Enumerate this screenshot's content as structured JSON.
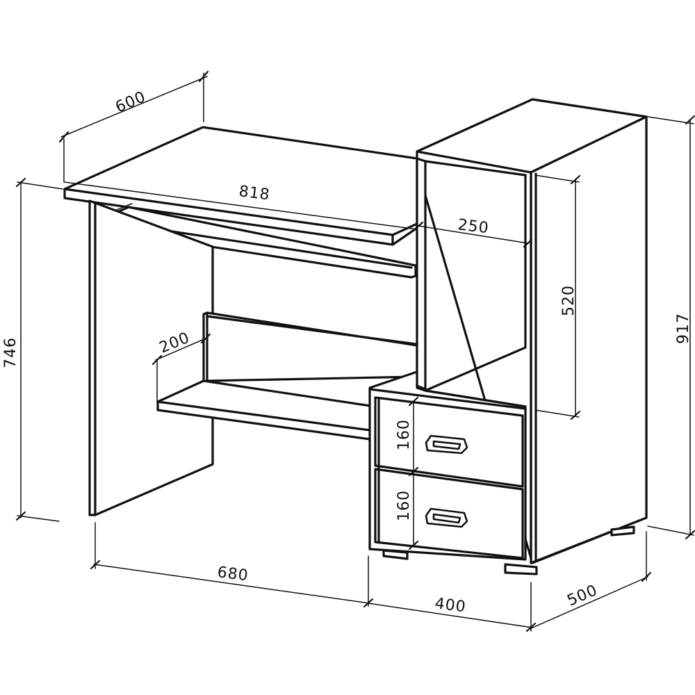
{
  "dimensions": {
    "top_depth": "600",
    "top_width": "818",
    "overall_height": "746",
    "unit_depth_top": "250",
    "shelf_height": "520",
    "unit_height": "917",
    "shelf_depth": "200",
    "drawer_upper": "160",
    "drawer_lower": "160",
    "desk_width": "680",
    "unit_width": "400",
    "unit_depth": "500"
  }
}
